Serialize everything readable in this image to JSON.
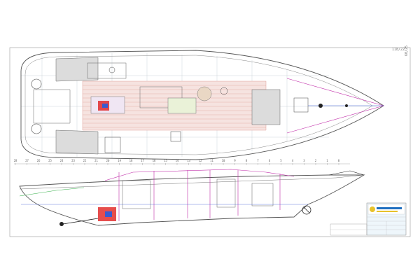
{
  "drawing": {
    "border_label_top": "118/22",
    "border_label_side": "60/25",
    "station_numbers": [
      "28",
      "27",
      "26",
      "25",
      "24",
      "23",
      "22",
      "21",
      "20",
      "19",
      "18",
      "17",
      "16",
      "15",
      "14",
      "13",
      "12",
      "11",
      "10",
      "9",
      "8",
      "7",
      "6",
      "5",
      "4",
      "3",
      "2",
      "1",
      "0"
    ],
    "title_block": {
      "logo_text": "",
      "drawing_title": "",
      "rows": []
    }
  },
  "colors": {
    "hull_outline": "#555555",
    "grid_line": "#b9c4cc",
    "deck_fill": "#f6e3e0",
    "deck_planking": "#d98a84",
    "rigging_magenta": "#c02aa8",
    "blue_line": "#3a5bd0",
    "green_line": "#36b04a",
    "red_equipment": "#e02020",
    "dark_detail": "#222222",
    "logo_yellow": "#e8c22a",
    "logo_blue": "#1f6fc0"
  },
  "icons": {
    "engine": "engine-icon",
    "steering_wheels": "steering-wheel-icon",
    "stove": "stove-icon",
    "toilet": "toilet-icon",
    "anchor_windlass": "windlass-icon"
  }
}
